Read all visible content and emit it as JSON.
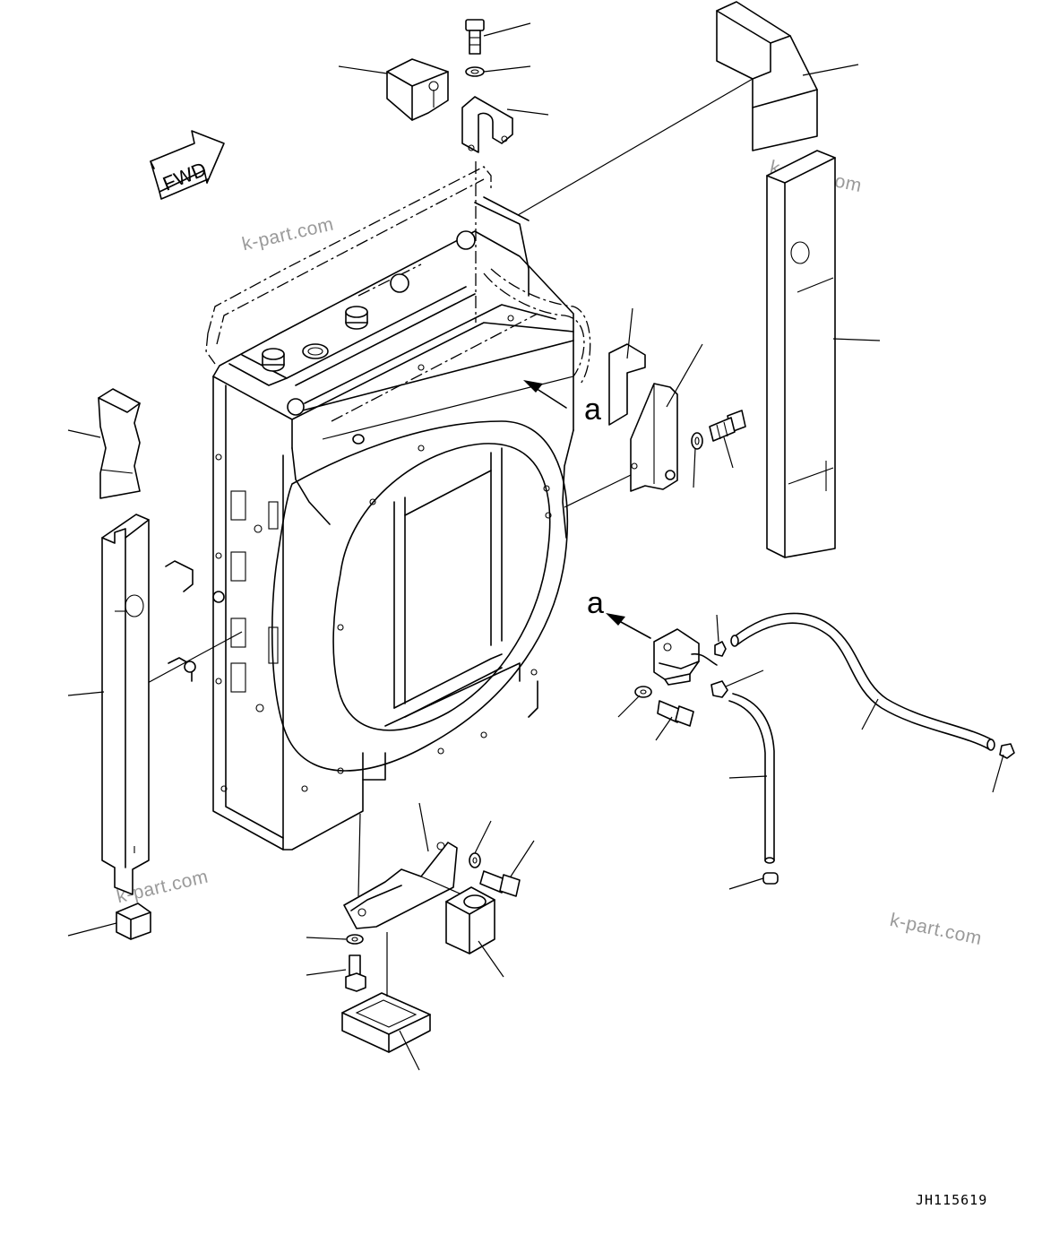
{
  "watermarks": [
    "k-part.com",
    "k-part.com",
    "k-part.com",
    "k-part.com"
  ],
  "direction_label": "FWD",
  "view_labels": [
    "a",
    "a"
  ],
  "drawing_code": "JH115619"
}
